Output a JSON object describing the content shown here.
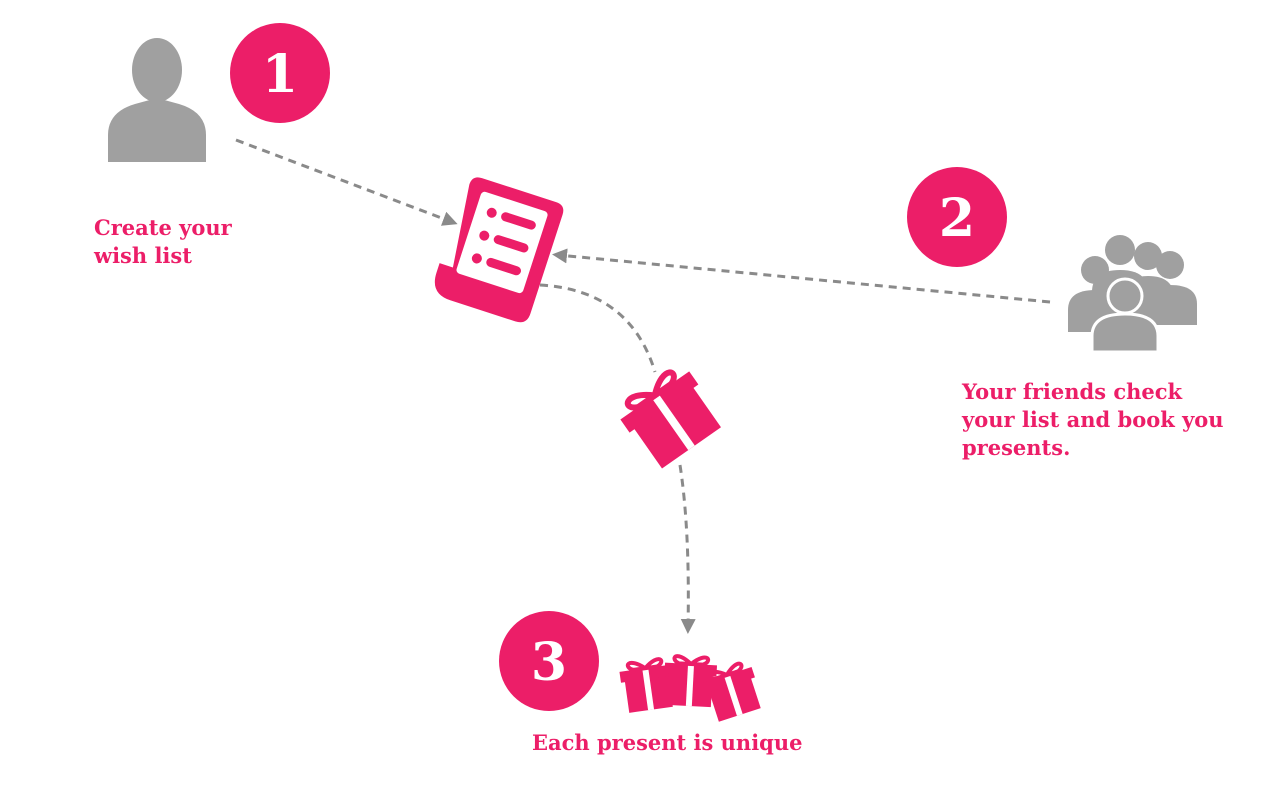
{
  "colors": {
    "accent": "#ec1e68",
    "gray": "#a0a0a0",
    "arrow": "#8a8a8a"
  },
  "steps": [
    {
      "number": "1",
      "icon": "person-icon",
      "lines": [
        "Create your",
        "wish list"
      ]
    },
    {
      "number": "2",
      "icon": "group-icon",
      "lines": [
        "Your friends check",
        "your list and book you",
        "presents."
      ]
    },
    {
      "number": "3",
      "icon": "gifts-icon",
      "lines": [
        "Each present is unique"
      ]
    }
  ],
  "center": {
    "list_icon": "wish-list-document-icon",
    "gift_icon": "gift-icon"
  }
}
